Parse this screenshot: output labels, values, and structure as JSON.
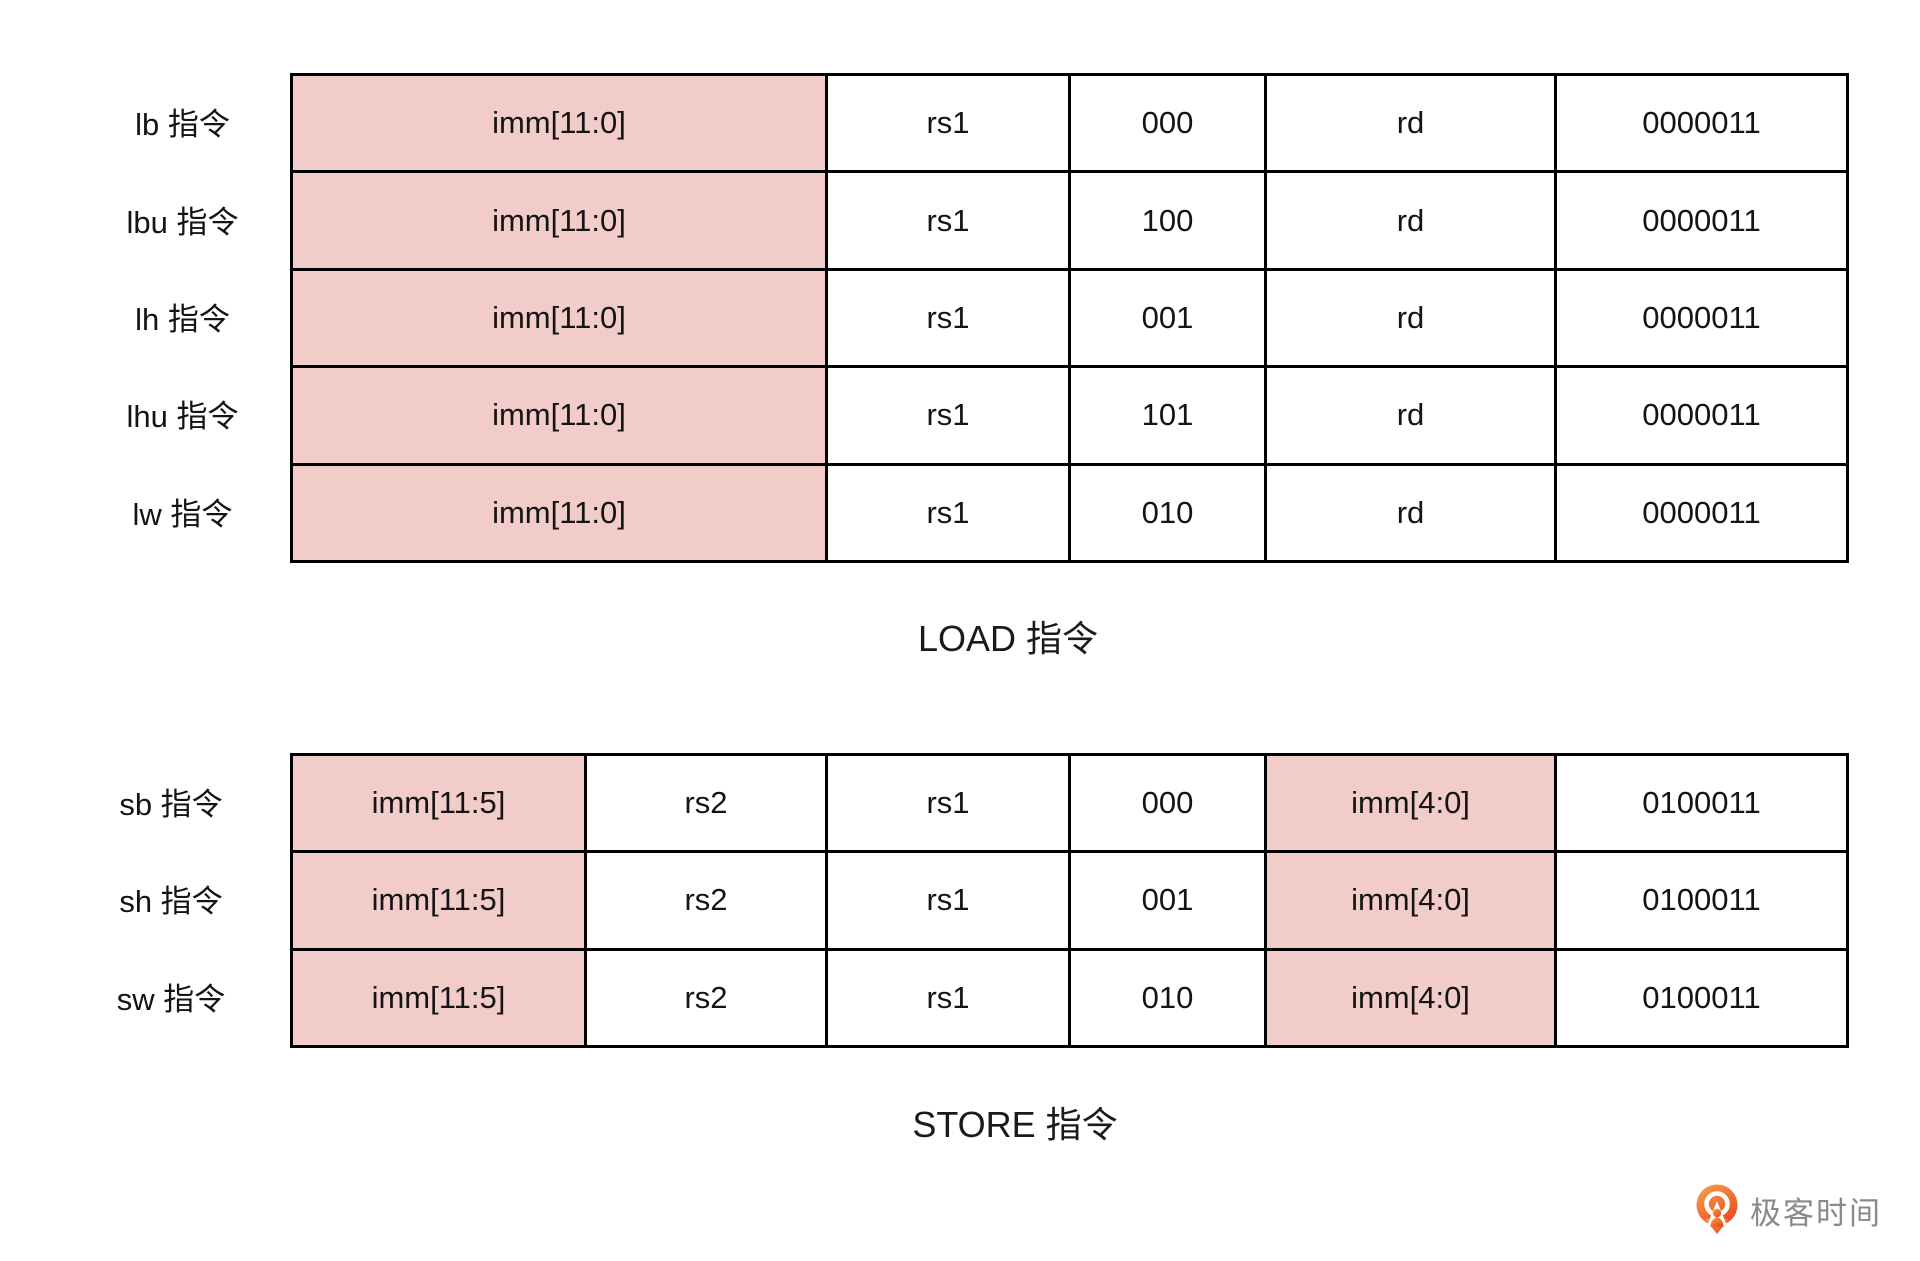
{
  "load_table": {
    "caption": "LOAD 指令",
    "rows": [
      {
        "label": "lb 指令",
        "cells": [
          "imm[11:0]",
          "rs1",
          "000",
          "rd",
          "0000011"
        ]
      },
      {
        "label": "lbu 指令",
        "cells": [
          "imm[11:0]",
          "rs1",
          "100",
          "rd",
          "0000011"
        ]
      },
      {
        "label": "lh 指令",
        "cells": [
          "imm[11:0]",
          "rs1",
          "001",
          "rd",
          "0000011"
        ]
      },
      {
        "label": "lhu 指令",
        "cells": [
          "imm[11:0]",
          "rs1",
          "101",
          "rd",
          "0000011"
        ]
      },
      {
        "label": "lw 指令",
        "cells": [
          "imm[11:0]",
          "rs1",
          "010",
          "rd",
          "0000011"
        ]
      }
    ]
  },
  "store_table": {
    "caption": "STORE 指令",
    "rows": [
      {
        "label": "sb 指令",
        "cells": [
          "imm[11:5]",
          "rs2",
          "rs1",
          "000",
          "imm[4:0]",
          "0100011"
        ]
      },
      {
        "label": "sh 指令",
        "cells": [
          "imm[11:5]",
          "rs2",
          "rs1",
          "001",
          "imm[4:0]",
          "0100011"
        ]
      },
      {
        "label": "sw 指令",
        "cells": [
          "imm[11:5]",
          "rs2",
          "rs1",
          "010",
          "imm[4:0]",
          "0100011"
        ]
      }
    ]
  },
  "logo": {
    "text": "极客时间"
  },
  "colors": {
    "highlight": "#F2CCC8",
    "border": "#000000",
    "logo_text": "#8A8A8A",
    "logo_orange_light": "#F9A24B",
    "logo_orange_dark": "#E84E1F"
  }
}
